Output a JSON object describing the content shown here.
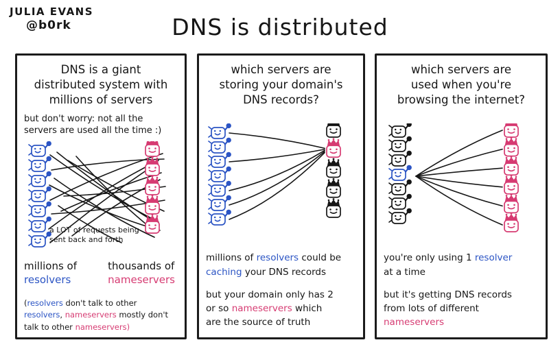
{
  "colors": {
    "ink": "#161616",
    "blue": "#2b54c4",
    "pink": "#d63b72"
  },
  "masthead": {
    "author_line1": "JULIA EVANS",
    "author_line2": "@b0rk",
    "title": "DNS is distributed"
  },
  "panels": [
    {
      "name": "panel-distributed-system",
      "heading_lines": [
        "DNS is a giant",
        "distributed system with",
        "millions of servers"
      ],
      "sub_lines": [
        "but don't worry: not all the",
        "servers are used all the time :)"
      ],
      "figure": {
        "left_nodes": [
          {
            "icon": "resolver-icon",
            "color": "blue"
          },
          {
            "icon": "resolver-icon",
            "color": "blue"
          },
          {
            "icon": "resolver-icon",
            "color": "blue"
          },
          {
            "icon": "resolver-icon",
            "color": "blue"
          },
          {
            "icon": "resolver-icon",
            "color": "blue"
          },
          {
            "icon": "resolver-icon",
            "color": "blue"
          },
          {
            "icon": "resolver-icon",
            "color": "blue"
          }
        ],
        "right_nodes": [
          {
            "icon": "nameserver-icon",
            "color": "pink"
          },
          {
            "icon": "nameserver-icon",
            "color": "pink"
          },
          {
            "icon": "nameserver-icon",
            "color": "pink"
          },
          {
            "icon": "nameserver-icon",
            "color": "pink"
          },
          {
            "icon": "nameserver-icon",
            "color": "pink"
          }
        ],
        "connections": {
          "type": "mesh",
          "count": 15
        },
        "caption_lines": [
          "a LOT of requests being",
          "sent back and forth"
        ]
      },
      "label_left_lines": [
        [
          {
            "t": "millions of",
            "c": "ink"
          }
        ],
        [
          {
            "t": "resolvers",
            "c": "blue"
          }
        ]
      ],
      "label_right_lines": [
        [
          {
            "t": "thousands of",
            "c": "ink"
          }
        ],
        [
          {
            "t": "nameservers",
            "c": "pink"
          }
        ]
      ],
      "footnote_lines": [
        [
          {
            "t": "(",
            "c": "ink"
          },
          {
            "t": "resolvers",
            "c": "blue"
          },
          {
            "t": " don't talk to other",
            "c": "ink"
          }
        ],
        [
          {
            "t": "resolvers",
            "c": "blue"
          },
          {
            "t": ", ",
            "c": "ink"
          },
          {
            "t": "nameservers",
            "c": "pink"
          },
          {
            "t": " mostly don't",
            "c": "ink"
          }
        ],
        [
          {
            "t": "talk to other ",
            "c": "ink"
          },
          {
            "t": "nameservers",
            "c": "pink"
          },
          {
            "t": ")",
            "c": "pink"
          }
        ]
      ]
    },
    {
      "name": "panel-storing-records",
      "heading_lines": [
        "which servers are",
        "storing your domain's",
        "DNS records?"
      ],
      "figure": {
        "left_nodes": [
          {
            "icon": "resolver-icon",
            "color": "blue"
          },
          {
            "icon": "resolver-icon",
            "color": "blue"
          },
          {
            "icon": "resolver-icon",
            "color": "blue"
          },
          {
            "icon": "resolver-icon",
            "color": "blue"
          },
          {
            "icon": "resolver-icon",
            "color": "blue"
          },
          {
            "icon": "resolver-icon",
            "color": "blue"
          },
          {
            "icon": "resolver-icon",
            "color": "blue"
          }
        ],
        "right_nodes": [
          {
            "icon": "nameserver-icon",
            "color": "ink"
          },
          {
            "icon": "nameserver-icon",
            "color": "pink"
          },
          {
            "icon": "nameserver-icon",
            "color": "ink"
          },
          {
            "icon": "nameserver-icon",
            "color": "ink"
          },
          {
            "icon": "nameserver-icon",
            "color": "ink"
          }
        ],
        "connections": {
          "type": "converge",
          "from": [
            0,
            2,
            4,
            5,
            6
          ],
          "to": 1
        }
      },
      "para1_lines": [
        [
          {
            "t": "millions of ",
            "c": "ink"
          },
          {
            "t": "resolvers",
            "c": "blue"
          },
          {
            "t": " could be",
            "c": "ink"
          }
        ],
        [
          {
            "t": "caching",
            "c": "blue"
          },
          {
            "t": " your DNS records",
            "c": "ink"
          }
        ]
      ],
      "para2_lines": [
        [
          {
            "t": "but your domain only has 2",
            "c": "ink"
          }
        ],
        [
          {
            "t": "or so ",
            "c": "ink"
          },
          {
            "t": "nameservers",
            "c": "pink"
          },
          {
            "t": " which",
            "c": "ink"
          }
        ],
        [
          {
            "t": "are the source of truth",
            "c": "ink"
          }
        ]
      ]
    },
    {
      "name": "panel-browsing-internet",
      "heading_lines": [
        "which servers are",
        "used when you're",
        "browsing the internet?"
      ],
      "figure": {
        "left_nodes": [
          {
            "icon": "resolver-icon",
            "color": "ink"
          },
          {
            "icon": "resolver-icon",
            "color": "ink"
          },
          {
            "icon": "resolver-icon",
            "color": "ink"
          },
          {
            "icon": "resolver-icon",
            "color": "blue"
          },
          {
            "icon": "resolver-icon",
            "color": "ink"
          },
          {
            "icon": "resolver-icon",
            "color": "ink"
          },
          {
            "icon": "resolver-icon",
            "color": "ink"
          }
        ],
        "right_nodes": [
          {
            "icon": "nameserver-icon",
            "color": "pink"
          },
          {
            "icon": "nameserver-icon",
            "color": "pink"
          },
          {
            "icon": "nameserver-icon",
            "color": "pink"
          },
          {
            "icon": "nameserver-icon",
            "color": "pink"
          },
          {
            "icon": "nameserver-icon",
            "color": "pink"
          },
          {
            "icon": "nameserver-icon",
            "color": "pink"
          }
        ],
        "connections": {
          "type": "fan",
          "from": 3
        }
      },
      "para1_lines": [
        [
          {
            "t": "you're only using 1 ",
            "c": "ink"
          },
          {
            "t": "resolver",
            "c": "blue"
          }
        ],
        [
          {
            "t": "at a time",
            "c": "ink"
          }
        ]
      ],
      "para2_lines": [
        [
          {
            "t": "but it's getting DNS records",
            "c": "ink"
          }
        ],
        [
          {
            "t": "from lots of different",
            "c": "ink"
          }
        ],
        [
          {
            "t": "nameservers",
            "c": "pink"
          }
        ]
      ]
    }
  ]
}
